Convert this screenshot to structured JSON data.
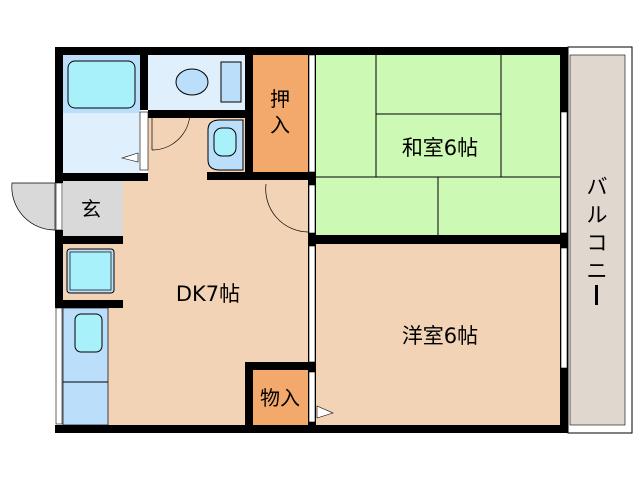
{
  "rooms": {
    "dk": "DK7帖",
    "washitsu": "和室6帖",
    "yoshitsu": "洋室6帖",
    "oshiire_1": "押",
    "oshiire_2": "入",
    "genkan": "玄",
    "monoire": "物入",
    "balcony": [
      "バ",
      "ル",
      "コ",
      "ニ",
      "ー"
    ]
  },
  "colors": {
    "dk_floor": "#f2d3b6",
    "washitsu": "#ccf9b3",
    "storage": "#f2a96b",
    "bath_floor": "#dff0fc",
    "fixture": "#bbdefa",
    "tub": "#a8f0fa",
    "genkan": "#d9d9d9",
    "balcony": "#e0d7cf",
    "wall": "#000000"
  }
}
